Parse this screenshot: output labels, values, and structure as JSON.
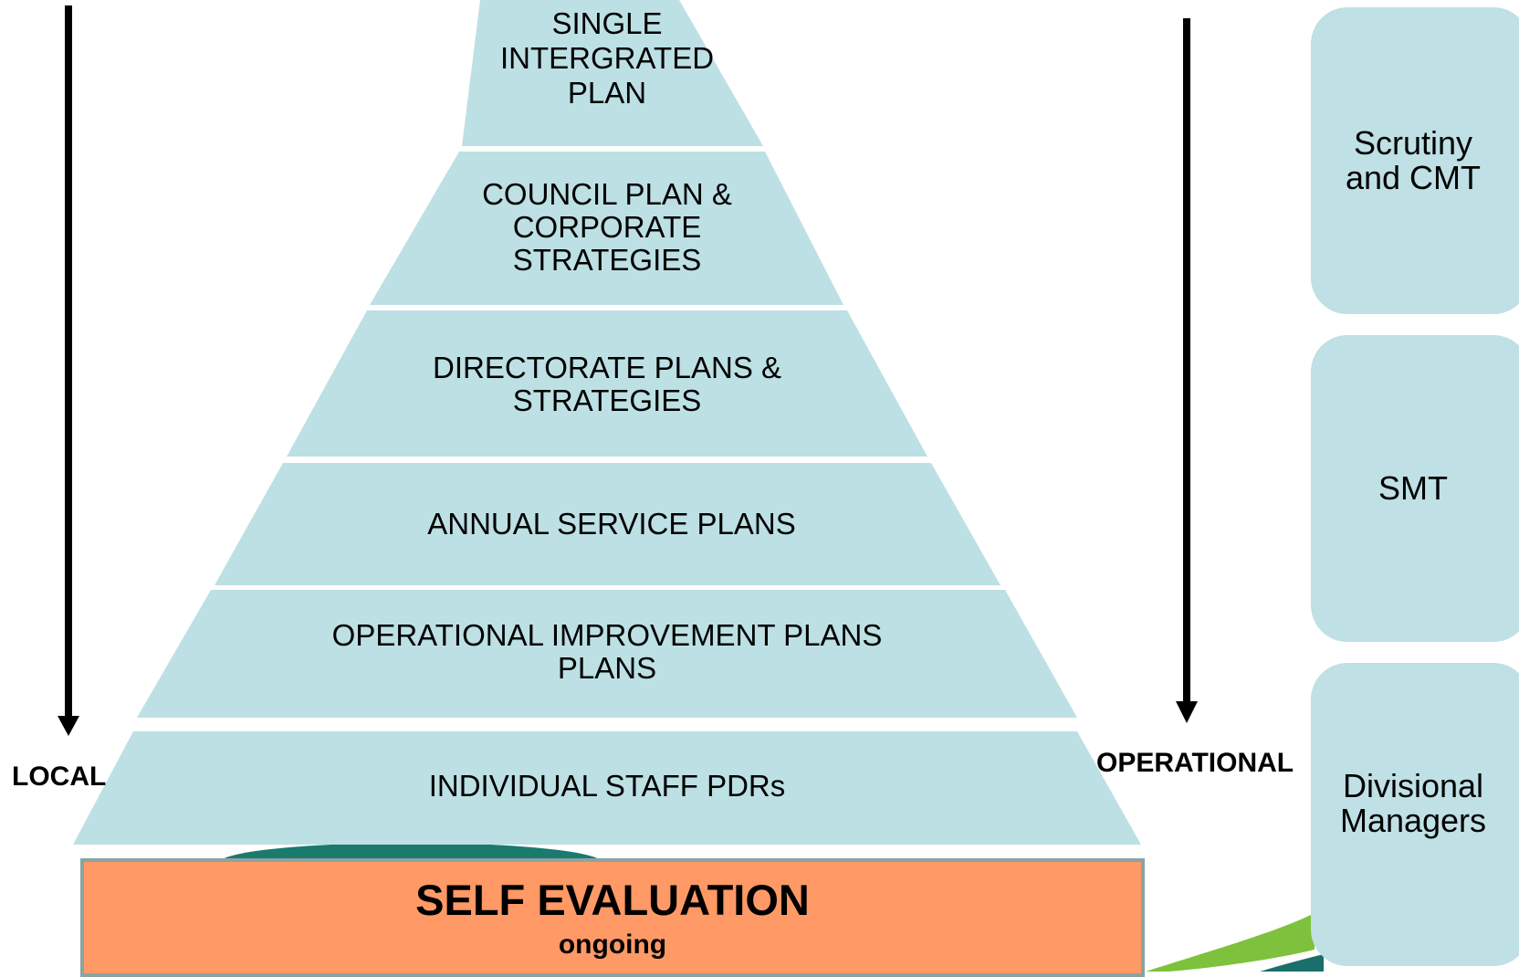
{
  "pyramid": {
    "tiers": [
      {
        "lines": [
          "SINGLE",
          "INTERGRATED",
          "PLAN"
        ]
      },
      {
        "lines": [
          "COUNCIL PLAN &",
          "CORPORATE",
          "STRATEGIES"
        ]
      },
      {
        "lines": [
          "DIRECTORATE PLANS &",
          "STRATEGIES"
        ]
      },
      {
        "lines": [
          "ANNUAL SERVICE PLANS"
        ]
      },
      {
        "lines": [
          "OPERATIONAL IMPROVEMENT PLANS",
          "PLANS"
        ]
      },
      {
        "lines": [
          "INDIVIDUAL STAFF PDRs"
        ]
      }
    ]
  },
  "base": {
    "title": "SELF EVALUATION",
    "subtitle": "ongoing"
  },
  "left_arrow": {
    "label": "LOCAL"
  },
  "right_arrow": {
    "label": "OPERATIONAL"
  },
  "side_boxes": [
    {
      "text": "Scrutiny\nand  CMT"
    },
    {
      "text": "SMT"
    },
    {
      "text": "Divisional\nManagers"
    }
  ],
  "colors": {
    "tier_fill": "#bde0e4",
    "base_fill": "#ff9966",
    "side_fill": "#bfe0e4",
    "arrow": "#000000"
  }
}
